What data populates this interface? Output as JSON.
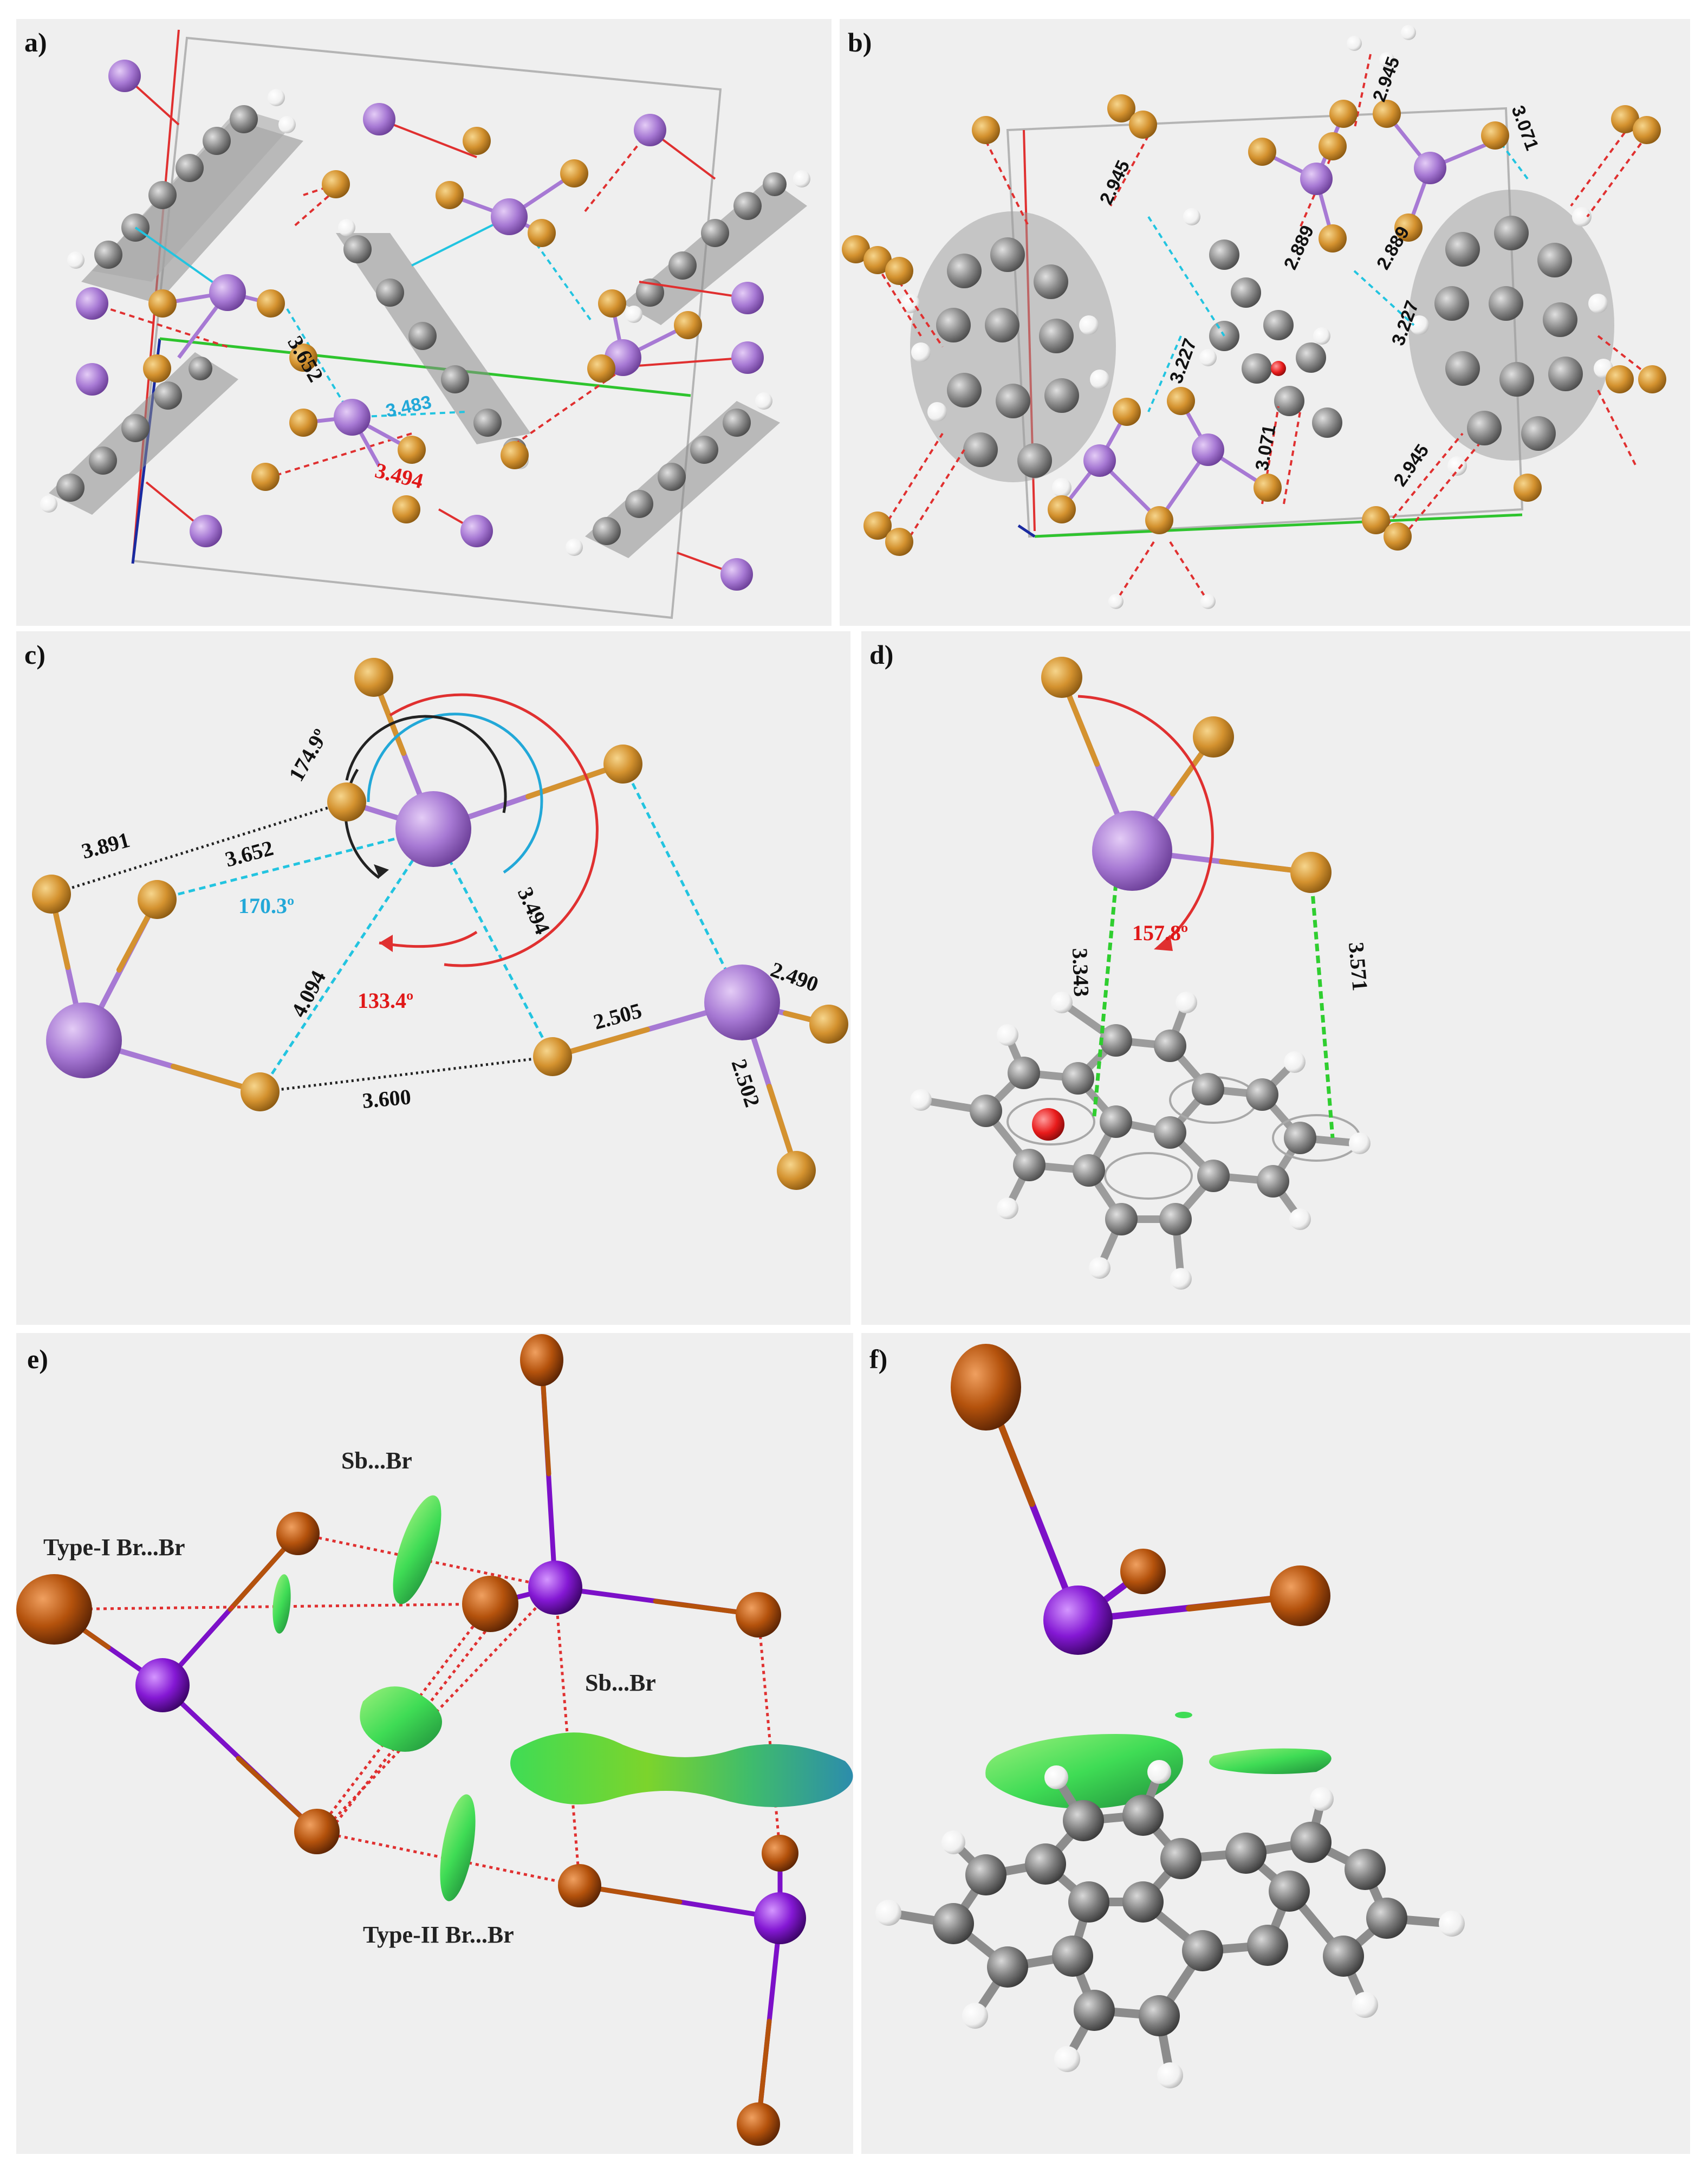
{
  "panels": {
    "a": {
      "label": "a)",
      "distances": [
        "3.652",
        "3.483",
        "3.494"
      ]
    },
    "b": {
      "label": "b)",
      "distances": [
        "2.945",
        "2.945",
        "2.945",
        "3.071",
        "3.071",
        "2.889",
        "2.889",
        "3.227",
        "3.227"
      ]
    },
    "c": {
      "label": "c)",
      "distances": [
        "3.891",
        "3.652",
        "4.094",
        "3.494",
        "3.600",
        "2.505",
        "2.490",
        "2.502"
      ],
      "angles": [
        "174.9º",
        "170.3º",
        "133.4º"
      ]
    },
    "d": {
      "label": "d)",
      "distances": [
        "3.343",
        "3.571"
      ],
      "angles": [
        "157.8º"
      ]
    },
    "e": {
      "label": "e)",
      "annotations": [
        "Sb...Br",
        "Type-I Br...Br",
        "Sb...Br",
        "Type-II Br...Br"
      ]
    },
    "f": {
      "label": "f)"
    }
  },
  "colors": {
    "antimony": "#a779d4",
    "bromine": "#d4922f",
    "carbon": "#8c8c8c",
    "hydrogen": "#f4f4f4",
    "halogen_contact": "#e23a3a",
    "sb_br_contact": "#22c4e0",
    "pi_contact": "#2fce2f",
    "nci_surface": "#3fdc55",
    "bromine_dark": "#a84a0c",
    "antimony_dark": "#7c10c8"
  }
}
